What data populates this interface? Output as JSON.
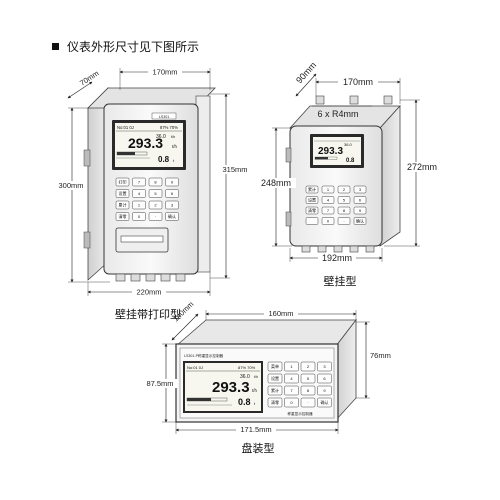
{
  "heading": "仪表外形尺寸见下图所示",
  "printer_model": {
    "caption": "壁挂带打印型",
    "dims": {
      "top_width": "170mm",
      "depth": "70mm",
      "left_height": "300mm",
      "right_height": "315mm",
      "bottom_width": "220mm"
    },
    "badge": "LS301",
    "lcd": {
      "top_left": "No:01 0J",
      "top_right": "87% 70%",
      "main": "293.3",
      "unit": "t/h",
      "sub": "36.0",
      "sub_unit": "t/h",
      "bottom": "0.8",
      "bottom_unit": "t"
    },
    "keys": [
      "打印",
      "7",
      "8",
      "9",
      "设置",
      "4",
      "5",
      "6",
      "累计",
      "1",
      "2",
      "3",
      "清零",
      "0",
      "·",
      "确认"
    ]
  },
  "wall_model": {
    "caption": "壁挂型",
    "dims": {
      "depth": "90mm",
      "top_width": "170mm",
      "hole": "6 x R4mm",
      "left_height": "248mm",
      "right_height": "272mm",
      "bottom_width": "192mm"
    },
    "lcd": {
      "main": "293.3",
      "sub": "36.0",
      "bottom": "0.8"
    },
    "keys": [
      "累计",
      "1",
      "2",
      "3",
      "设置",
      "4",
      "5",
      "6",
      "清零",
      "7",
      "8",
      "9",
      "",
      "0",
      "·",
      "确认"
    ]
  },
  "panel_model": {
    "caption": "盘装型",
    "dims": {
      "depth": "140mm",
      "top_width": "160mm",
      "right_height": "76mm",
      "left_height": "87.5mm",
      "bottom_width": "171.5mm"
    },
    "title_label": "LS301-P称重显示控制器",
    "lcd": {
      "top_left": "No:01 0J",
      "top_right": "87% 70%",
      "main": "293.3",
      "unit": "t/h",
      "sub": "36.0",
      "sub_unit": "t/h",
      "bottom": "0.8",
      "bottom_unit": "t"
    },
    "keys": [
      "菜单",
      "1",
      "2",
      "3",
      "设置",
      "4",
      "5",
      "6",
      "累计",
      "7",
      "8",
      "9",
      "清零",
      "0",
      "·",
      "确认"
    ],
    "footer_label": "称重显示控制器"
  }
}
